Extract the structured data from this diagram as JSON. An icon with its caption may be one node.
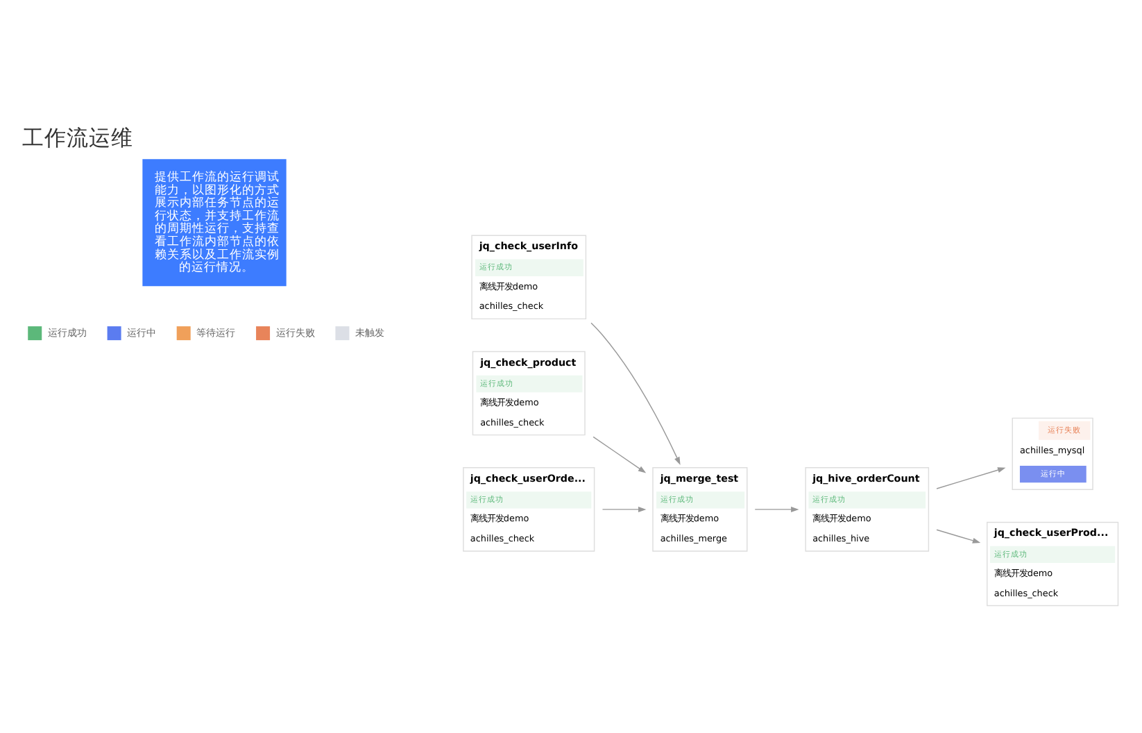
{
  "diagram": {
    "title": "工作流运维",
    "nodes": [
      {
        "text": [
          "jq_check_userInfo",
          "运行成功",
          "离线开发demo",
          "achilles_check"
        ]
      },
      {
        "text": [
          "jq_check_product",
          "运行成功",
          "离线开发demo",
          "achilles_check"
        ]
      },
      {
        "text": [
          "jq_check_userOrde...",
          "运行成功",
          "离线开发demo",
          "achilles_check"
        ]
      },
      {
        "text": [
          "jq_merge_test",
          "运行成功",
          "离线开发demo",
          "achilles_merge"
        ]
      },
      {
        "text": [
          "jq_hive_orderCount",
          "运行成功",
          "离线开发demo",
          "achilles_hive"
        ]
      },
      {
        "text": [
          "运行失败",
          "achilles_mysql",
          "运行中"
        ]
      },
      {
        "text": [
          "jq_check_userProd...",
          "运行成功",
          "离线开发demo",
          "achilles_check"
        ]
      }
    ],
    "edges": [
      {
        "from": 0,
        "to": 3,
        "arrow": "to"
      },
      {
        "from": 1,
        "to": 3,
        "arrow": "to"
      },
      {
        "from": 2,
        "to": 3,
        "arrow": "to"
      },
      {
        "from": 3,
        "to": 4,
        "arrow": "to"
      },
      {
        "from": 4,
        "to": 5,
        "arrow": "to"
      },
      {
        "from": 4,
        "to": 6,
        "arrow": "to"
      }
    ],
    "labels": [
      "提供工作流的运行调试能力，以图形化的方式展示内部任务节点的运行状态，并支持工作流的周期性运行，支持查看工作流内部节点的依赖关系以及工作流实例的运行情况。"
    ],
    "legend": [
      {
        "text": "运行成功",
        "color": "#5cb87a"
      },
      {
        "text": "运行中",
        "color": "#5b7cf0"
      },
      {
        "text": "等待运行",
        "color": "#f0a05a"
      },
      {
        "text": "运行失败",
        "color": "#e8845a"
      },
      {
        "text": "未触发",
        "color": "#dcdfe6"
      }
    ]
  }
}
